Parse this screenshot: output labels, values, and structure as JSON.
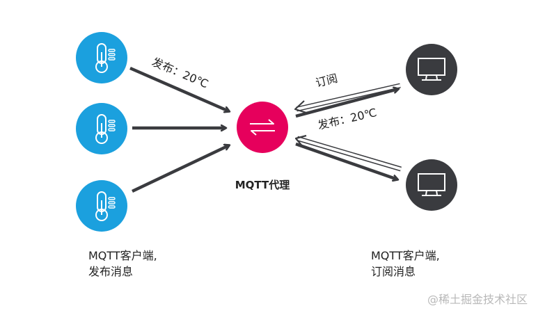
{
  "publishers": {
    "count": 3,
    "color": "#1ba0de",
    "icon": "thermometer-icon"
  },
  "broker": {
    "label": "MQTT代理",
    "color": "#e6005c",
    "icon": "swap-arrows-icon"
  },
  "subscribers": {
    "count": 2,
    "color": "#3a3b3f",
    "icon": "monitor-icon"
  },
  "labels": {
    "publish_left": "发布：20℃",
    "subscribe": "订阅",
    "publish_right": "发布：20℃"
  },
  "captions": {
    "left_line1": "MQTT客户端,",
    "left_line2": "发布消息",
    "right_line1": "MQTT客户端,",
    "right_line2": "订阅消息"
  },
  "watermark": "@稀土掘金技术社区",
  "colors": {
    "arrow": "#3a3b3f",
    "outline_arrow": "#3a3b3f",
    "text": "#222222"
  }
}
